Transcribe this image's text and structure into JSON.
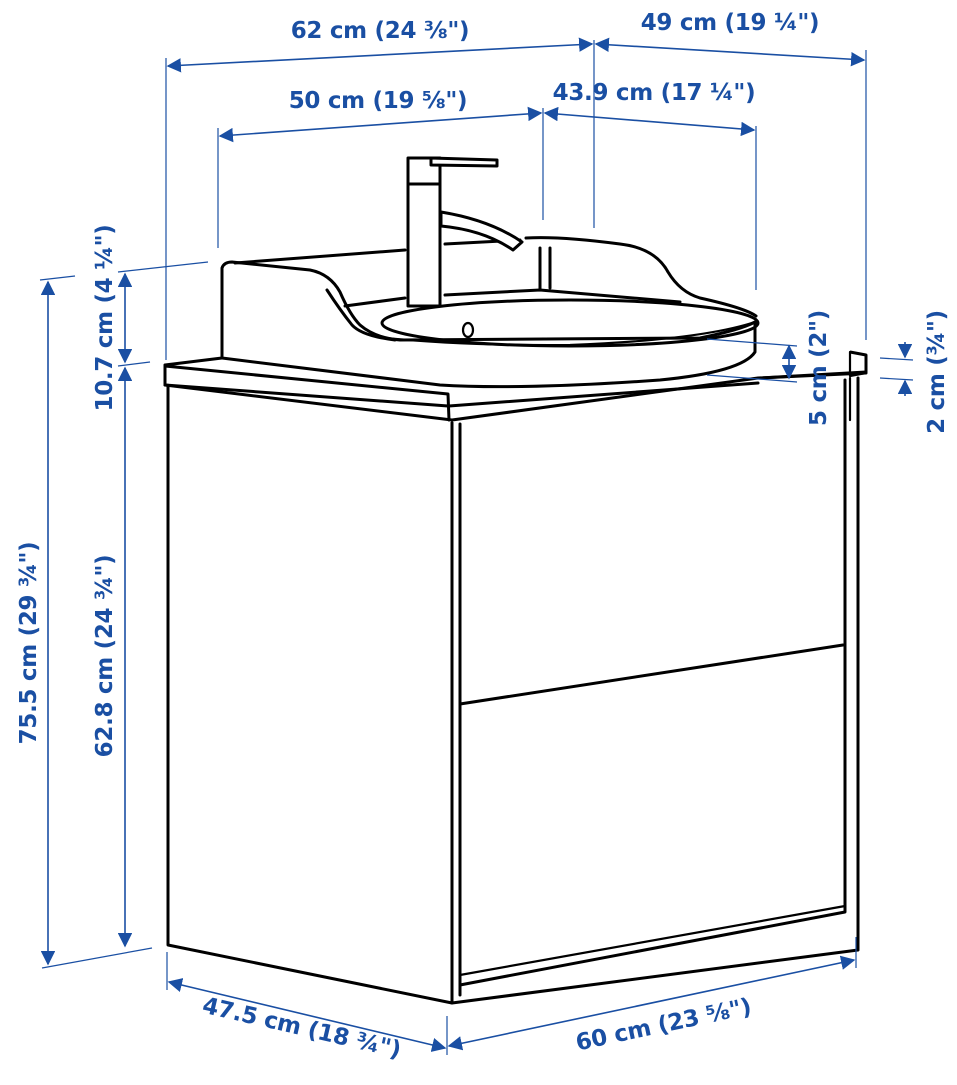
{
  "diagram": {
    "subject": "Bathroom vanity cabinet with countertop, washbasin and faucet",
    "colors": {
      "dimension": "#1a4fa3",
      "outline": "#000000",
      "background": "#ffffff"
    },
    "dimensions": {
      "overall_width": {
        "label": "62 cm (24 ⅜\")",
        "value_cm": 62,
        "value_in": "24 3/8"
      },
      "overall_depth": {
        "label": "49 cm (19 ¼\")",
        "value_cm": 49,
        "value_in": "19 1/4"
      },
      "basin_width": {
        "label": "50 cm (19 ⅝\")",
        "value_cm": 50,
        "value_in": "19 5/8"
      },
      "basin_depth": {
        "label": "43.9 cm (17 ¼\")",
        "value_cm": 43.9,
        "value_in": "17 1/4"
      },
      "basin_height": {
        "label": "10.7 cm (4 ¼\")",
        "value_cm": 10.7,
        "value_in": "4 1/4"
      },
      "total_height": {
        "label": "75.5 cm (29 ¾\")",
        "value_cm": 75.5,
        "value_in": "29 3/4"
      },
      "cabinet_height": {
        "label": "62.8 cm (24 ¾\")",
        "value_cm": 62.8,
        "value_in": "24 3/4"
      },
      "basin_rim": {
        "label": "5 cm (2\")",
        "value_cm": 5,
        "value_in": "2"
      },
      "countertop_thickness": {
        "label": "2 cm (¾\")",
        "value_cm": 2,
        "value_in": "3/4"
      },
      "cabinet_depth": {
        "label": "47.5 cm (18 ¾\")",
        "value_cm": 47.5,
        "value_in": "18 3/4"
      },
      "cabinet_width": {
        "label": "60 cm (23 ⅝\")",
        "value_cm": 60,
        "value_in": "23 5/8"
      }
    },
    "components": [
      "faucet",
      "washbasin",
      "countertop",
      "cabinet",
      "upper-drawer",
      "lower-drawer"
    ]
  }
}
